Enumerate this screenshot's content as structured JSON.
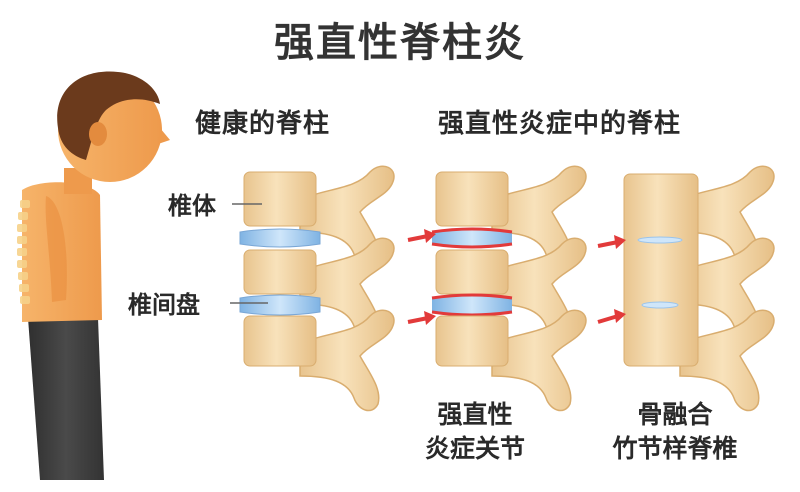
{
  "title": "强直性脊柱炎",
  "healthy": {
    "heading": "健康的脊柱",
    "label_vertebra": "椎体",
    "label_disc": "椎间盘"
  },
  "inflamed": {
    "heading": "强直性炎症中的脊柱",
    "caption_line1": "强直性",
    "caption_line2": "炎症关节"
  },
  "fused": {
    "caption_line1": "骨融合",
    "caption_line2": "竹节样脊椎"
  },
  "colors": {
    "bone": "#f4d7a8",
    "bone_edge": "#d9ad6f",
    "disc": "#8fc0ea",
    "inflammation": "#e23a3a",
    "skin": "#f2a45a",
    "hair": "#6b3a1c",
    "pants": "#3d3d3d"
  }
}
